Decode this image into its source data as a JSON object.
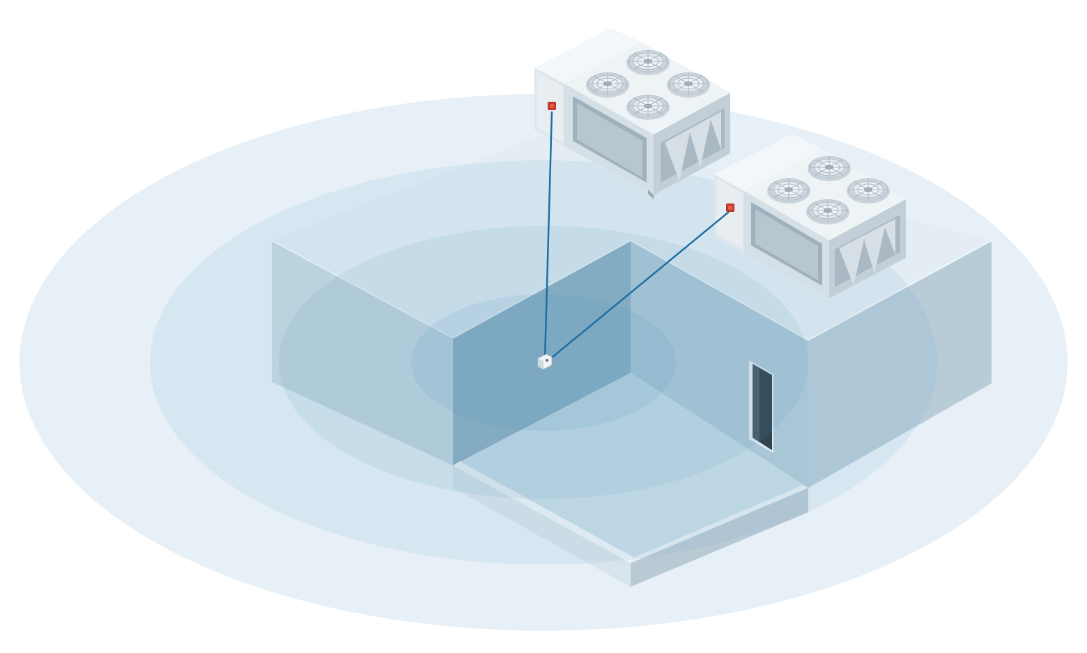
{
  "colors": {
    "background": "#ffffff",
    "zone_outer": "#e6f0f6",
    "zone_2": "#d3e5ef",
    "zone_3": "#c3dbe8",
    "zone_inner": "#b3d1e2",
    "building_light": "#dde8ef",
    "building_mid": "#c5d6e0",
    "building_dark": "#a7bcc9",
    "wall_inner": "#93afc0",
    "unit_body": "#eef3f6",
    "unit_side": "#cfd9e0",
    "unit_dark": "#aebcc7",
    "signal_line": "#1f6fa3",
    "status_led": "#c0392b",
    "sensor": "#f2f5f7",
    "door": "#2c3a44"
  },
  "devices": [
    {
      "name": "rooftop-unit-1",
      "icon": "hvac-rooftop-unit-icon",
      "indicator": "status-led-icon"
    },
    {
      "name": "rooftop-unit-2",
      "icon": "hvac-rooftop-unit-icon",
      "indicator": "status-led-icon"
    },
    {
      "name": "room-sensor",
      "icon": "wireless-sensor-icon"
    }
  ],
  "links": [
    {
      "from": "room-sensor",
      "to": "rooftop-unit-1"
    },
    {
      "from": "room-sensor",
      "to": "rooftop-unit-2"
    }
  ],
  "coverage_rings": 4
}
